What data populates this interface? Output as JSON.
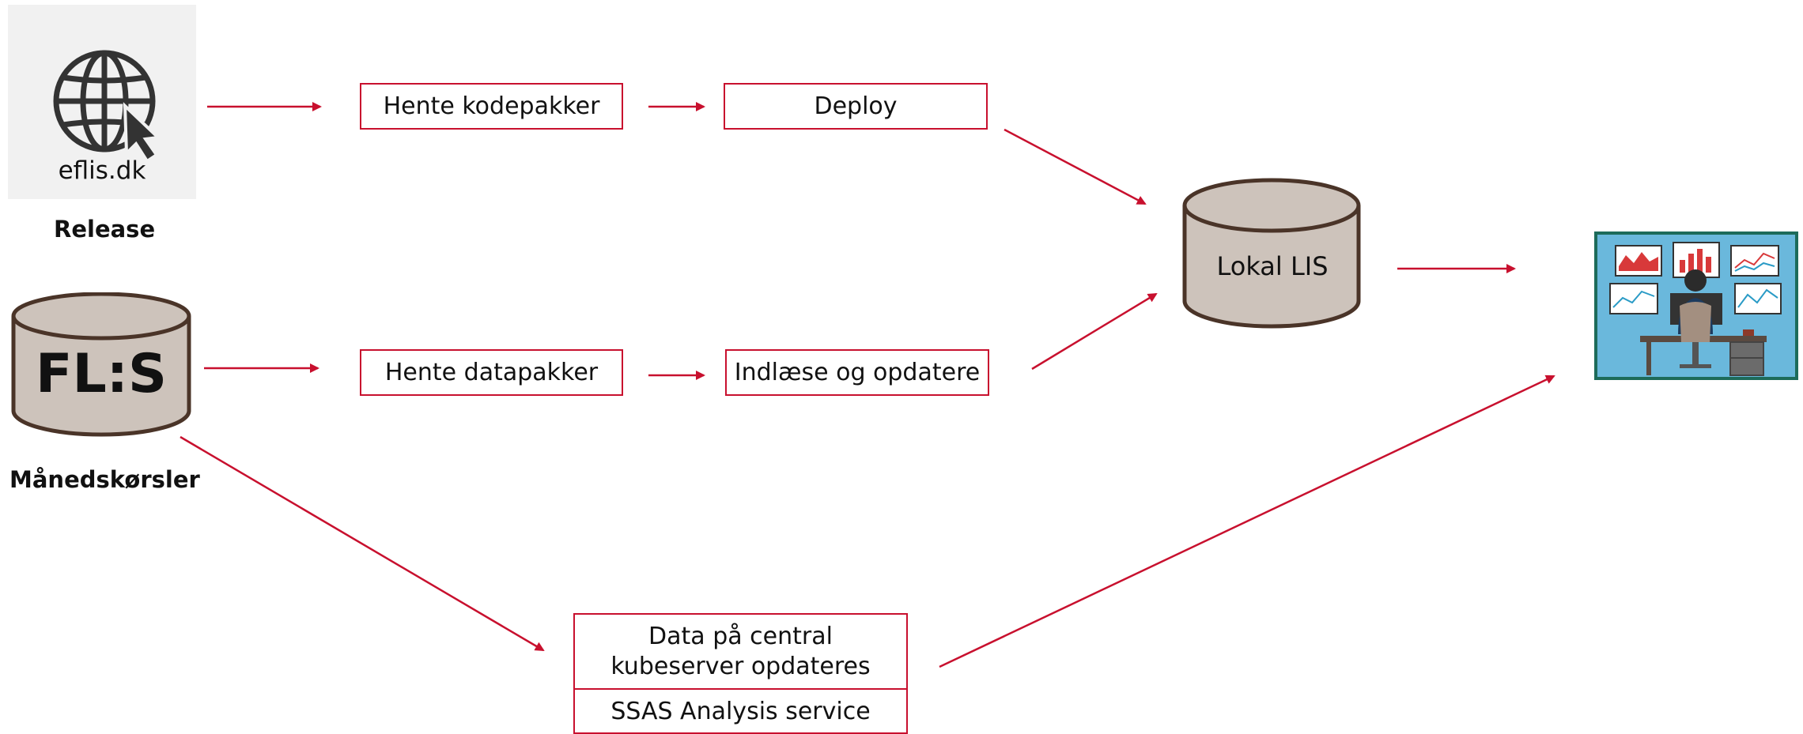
{
  "sources": {
    "release": {
      "url_text": "eflis.dk",
      "label": "Release",
      "icon": "globe-cursor-icon"
    },
    "monthly": {
      "logo_text": "FL:S",
      "label": "Månedskørsler"
    }
  },
  "steps": {
    "hente_kodepakker": "Hente kodepakker",
    "deploy": "Deploy",
    "hente_datapakker": "Hente datapakker",
    "indlaese": "Indlæse og opdatere",
    "central_top": "Data på central\nkubeserver opdateres",
    "central_bottom": "SSAS Analysis service"
  },
  "lokal_lis": "Lokal LIS",
  "colors": {
    "arrow": "#c8102e",
    "cylinder_fill": "#cdc3bb",
    "cylinder_stroke": "#4a3428",
    "dashboard_bg": "#6ab8dc",
    "dashboard_border": "#1d6b5a"
  }
}
